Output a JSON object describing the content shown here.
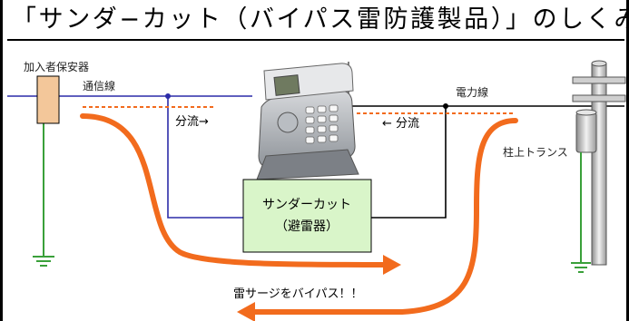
{
  "title": "「サンダ−カット（バイパス雷防護製品）」のしくみ",
  "labels": {
    "subscriber_protector": "加入者保安器",
    "comm_line": "通信線",
    "power_line": "電力線",
    "branch_left": "分流→",
    "branch_right": "← 分流",
    "pole_transformer": "柱上トランス",
    "bypass_message": "雷サージをバイパス！！"
  },
  "arrester": {
    "line1": "サンダーカット",
    "line2": "（避雷器）"
  },
  "colors": {
    "surge": "#f26b1d",
    "comm_line": "#2b2ba8",
    "ground": "#3aa03a",
    "arrester_fill": "#d9f5c9",
    "protector_fill": "#f3c79a"
  }
}
